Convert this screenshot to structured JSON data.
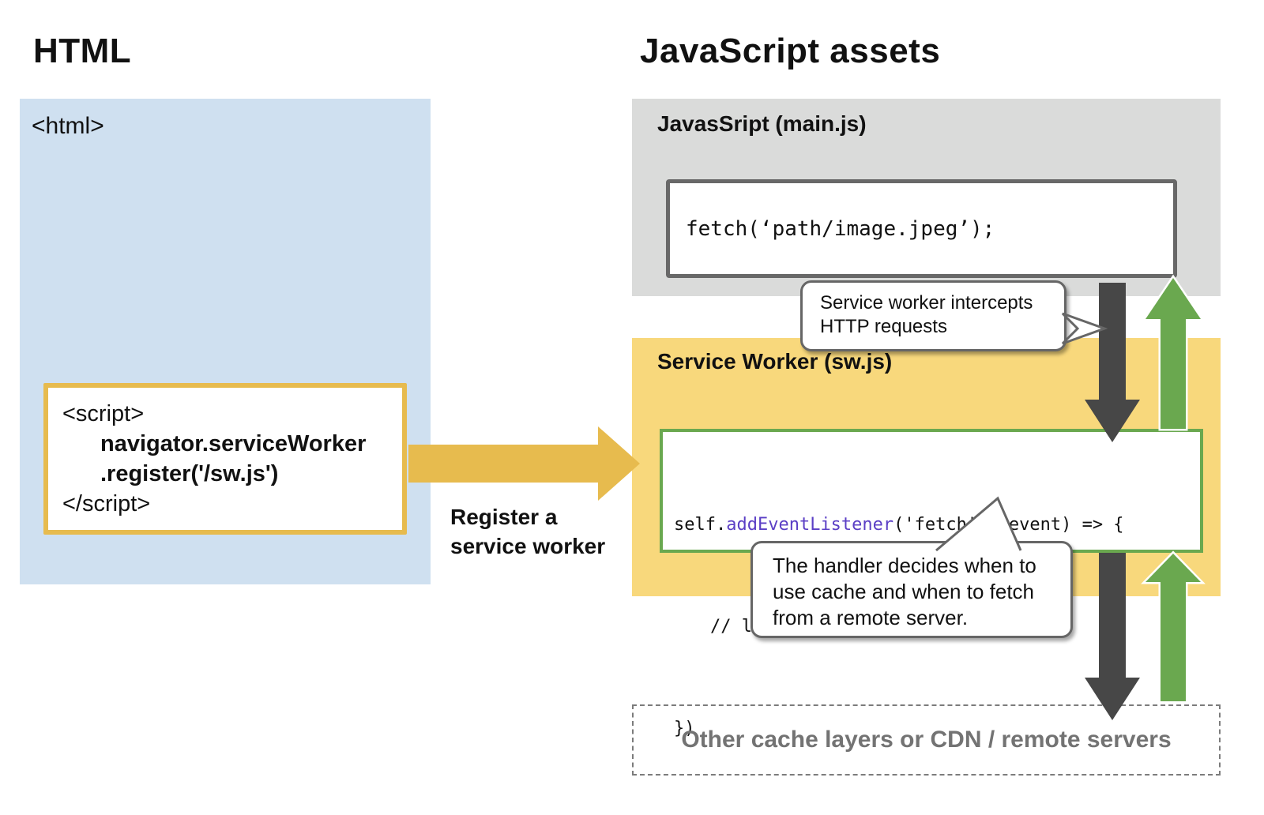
{
  "colors": {
    "panel-blue": "#cfe0f0",
    "panel-gray": "#dadbda",
    "panel-yellow": "#f8d87c",
    "gold": "#e7bb4e",
    "green": "#6aa84f",
    "dark": "#474747",
    "purple": "#5b3fc5",
    "muted": "#737373",
    "bubble-border": "#666666"
  },
  "headings": {
    "left": "HTML",
    "right": "JavaScript assets"
  },
  "html_panel": {
    "tag": "<html>",
    "script_box": {
      "line1": "<script>",
      "line2": "navigator.serviceWorker",
      "line3": ".register('/sw.js')",
      "line4": "</script>"
    }
  },
  "register_arrow": {
    "label_line1": "Register a",
    "label_line2": "service worker"
  },
  "mainjs_panel": {
    "title": "JavasSript (main.js)",
    "code": "fetch(‘path/image.jpeg’);"
  },
  "sw_panel": {
    "title": "Service Worker (sw.js)",
    "code": {
      "l1_pre": "self.",
      "l1_keyword": "addEventListener",
      "l1_post": "('fetch', (event) => {",
      "l2": "// logic of handling fetch event",
      "l3": "})"
    }
  },
  "callouts": {
    "intercept": {
      "line1": "Service worker intercepts",
      "line2": "HTTP requests"
    },
    "handler": {
      "line1": "The handler decides when to",
      "line2": "use cache and when to fetch",
      "line3": "from a remote server."
    }
  },
  "bottom_box": {
    "label": "Other cache layers or CDN / remote servers"
  }
}
